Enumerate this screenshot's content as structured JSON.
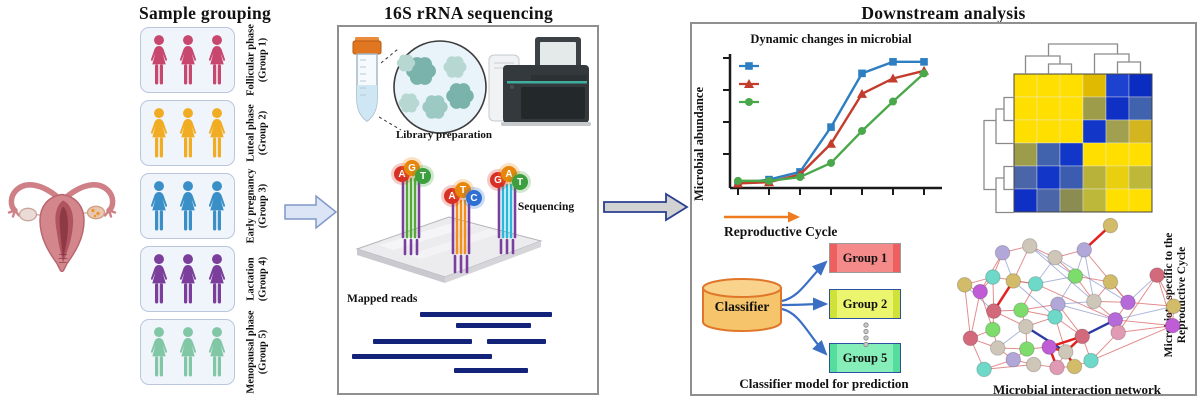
{
  "titles": {
    "left": "Sample grouping",
    "middle": "16S rRNA sequencing",
    "right": "Downstream analysis"
  },
  "sample_groups": [
    {
      "phase": "Follicular phase",
      "group": "(Group 1)",
      "color": "#c8476e"
    },
    {
      "phase": "Luteal phase",
      "group": "(Group 2)",
      "color": "#f0ad24"
    },
    {
      "phase": "Early pregnancy",
      "group": "(Group 3)",
      "color": "#3a8fc7"
    },
    {
      "phase": "Lactation",
      "group": "(Group 4)",
      "color": "#7b3f9b"
    },
    {
      "phase": "Menopausal phase",
      "group": "(Group 5)",
      "color": "#82c7a5"
    }
  ],
  "sequencing_panel": {
    "library_label": "Library preparation",
    "sequencing_label": "Sequencing",
    "mapped_reads_label": "Mapped reads",
    "base_clusters": [
      {
        "letters": [
          {
            "ch": "A",
            "color": "#d93025"
          },
          {
            "ch": "G",
            "color": "#e8860b"
          },
          {
            "ch": "T",
            "color": "#3d9e3d"
          }
        ],
        "strand": "#55a83a"
      },
      {
        "letters": [
          {
            "ch": "A",
            "color": "#d93025"
          },
          {
            "ch": "T",
            "color": "#e8860b"
          },
          {
            "ch": "C",
            "color": "#2f6fd4"
          }
        ],
        "strand": "#f09020"
      },
      {
        "letters": [
          {
            "ch": "G",
            "color": "#d93025"
          },
          {
            "ch": "A",
            "color": "#e8860b"
          },
          {
            "ch": "T",
            "color": "#3d9e3d"
          }
        ],
        "strand": "#2ab8d8"
      }
    ],
    "read_bars": [
      [
        81,
        7,
        132
      ],
      [
        117,
        18,
        75
      ],
      [
        34,
        34,
        99
      ],
      [
        148,
        34,
        59
      ],
      [
        13,
        49,
        140
      ],
      [
        115,
        63,
        74
      ]
    ],
    "read_color": "#14237a"
  },
  "classifier": {
    "label": "Classifier",
    "caption": "Classifier model for prediction",
    "cylinder_fill": "#f6c46a",
    "cylinder_stroke": "#e0762a",
    "arrow_color": "#3a6fc4",
    "groups": [
      {
        "label": "Group 1",
        "fill": "#f58a8a",
        "stripe": "#ee6060",
        "border": "#9a9a9a"
      },
      {
        "label": "Group 2",
        "fill": "#ebf56d",
        "stripe": "#cfe23a",
        "border": "#2c4f9e"
      },
      {
        "label": "Group 5",
        "fill": "#86efb9",
        "stripe": "#54dd9c",
        "border": "#2c4f9e"
      }
    ]
  },
  "chart_data": [
    {
      "type": "line",
      "title": "Dynamic changes in microbial",
      "xlabel": "Reproductive Cycle",
      "ylabel": "Microbial abundance",
      "x": [
        1,
        2,
        3,
        4,
        5,
        6,
        7
      ],
      "ylim": [
        0,
        1
      ],
      "grid": false,
      "legend_position": "upper-left",
      "xlabel_arrow_color": "#f07a1e",
      "series": [
        {
          "name": "series-blue-square",
          "marker": "square",
          "color": "#2e7fc2",
          "values": [
            0.02,
            0.05,
            0.11,
            0.46,
            0.88,
            0.97,
            0.97
          ]
        },
        {
          "name": "series-red-triangle",
          "marker": "triangle",
          "color": "#c43c2c",
          "values": [
            0.02,
            0.03,
            0.09,
            0.33,
            0.72,
            0.84,
            0.9
          ]
        },
        {
          "name": "series-green-circle",
          "marker": "circle",
          "color": "#4ba84a",
          "values": [
            0.04,
            0.04,
            0.07,
            0.18,
            0.43,
            0.66,
            0.88
          ]
        }
      ]
    },
    {
      "type": "heatmap",
      "label_lines": [
        "Microbiota specific to the",
        "Reproductive Cycle"
      ],
      "rows": 6,
      "cols": 6,
      "cells": [
        [
          "#ffdf00",
          "#ffdf00",
          "#ffdf00",
          "#dfba00",
          "#1d42cf",
          "#0a2cc0"
        ],
        [
          "#ffdf00",
          "#ffdf00",
          "#ffdf00",
          "#9d9c4a",
          "#0e30c4",
          "#4162ad"
        ],
        [
          "#ffdf00",
          "#ffdf00",
          "#ffdf00",
          "#1237c8",
          "#a0a050",
          "#d4b520"
        ],
        [
          "#9d9c4a",
          "#4162ad",
          "#1237c8",
          "#ffdf00",
          "#ffdf00",
          "#ffdf00"
        ],
        [
          "#4a66a8",
          "#1237c8",
          "#3c5cb0",
          "#b8b23a",
          "#e8cf10",
          "#bdb83a"
        ],
        [
          "#0e30c4",
          "#4a66a8",
          "#8a8c52",
          "#bdb83a",
          "#ffdf00",
          "#ffdf00"
        ]
      ],
      "col_dendrogram": [
        {
          "a": [
            1
          ],
          "b": [
            2
          ],
          "h": 10
        },
        {
          "a": [
            0
          ],
          "b": [
            1,
            2
          ],
          "h": 18
        },
        {
          "a": [
            4
          ],
          "b": [
            5
          ],
          "h": 12
        },
        {
          "a": [
            3
          ],
          "b": [
            4,
            5
          ],
          "h": 20
        },
        {
          "a": [
            0,
            1,
            2
          ],
          "b": [
            3,
            4,
            5
          ],
          "h": 30
        }
      ],
      "row_dendrogram": [
        {
          "a": [
            0
          ],
          "b": [
            1
          ],
          "h": 10
        },
        {
          "a": [
            0,
            1
          ],
          "b": [
            2
          ],
          "h": 18
        },
        {
          "a": [
            3
          ],
          "b": [
            4
          ],
          "h": 10
        },
        {
          "a": [
            3,
            4
          ],
          "b": [
            5
          ],
          "h": 18
        },
        {
          "a": [
            0,
            1,
            2
          ],
          "b": [
            3,
            4,
            5
          ],
          "h": 30
        }
      ],
      "dendrogram_color": "#8a8a8a"
    },
    {
      "type": "network",
      "caption": "Microbial interaction network",
      "node_colors": {
        "k": "#d2bc6a",
        "lv": "#b2a7d9",
        "be": "#cec6b8",
        "te": "#6ed9c9",
        "gr": "#7edc6c",
        "ro": "#d26a7c",
        "mg": "#c05cd6",
        "pi": "#e09ab4",
        "pu": "#b66ad9"
      },
      "edge_colors": {
        "r": "#d85b5b",
        "R": "#e01818",
        "b": "#8090c8",
        "B": "#2030a0"
      },
      "nodes": [
        [
          163,
          16,
          "k"
        ],
        [
          52,
          44,
          "lv"
        ],
        [
          80,
          37,
          "be"
        ],
        [
          106,
          49,
          "be"
        ],
        [
          136,
          41,
          "lv"
        ],
        [
          211,
          67,
          "ro"
        ],
        [
          42,
          69,
          "te"
        ],
        [
          13,
          77,
          "k"
        ],
        [
          63,
          73,
          "k"
        ],
        [
          86,
          76,
          "te"
        ],
        [
          127,
          68,
          "gr"
        ],
        [
          163,
          74,
          "k"
        ],
        [
          29,
          84,
          "mg"
        ],
        [
          43,
          104,
          "ro"
        ],
        [
          146,
          94,
          "be"
        ],
        [
          181,
          95,
          "pu"
        ],
        [
          228,
          99,
          "k"
        ],
        [
          109,
          97,
          "lv"
        ],
        [
          71,
          103,
          "gr"
        ],
        [
          106,
          110,
          "te"
        ],
        [
          227,
          119,
          "mg"
        ],
        [
          168,
          113,
          "pu"
        ],
        [
          42,
          123,
          "gr"
        ],
        [
          76,
          120,
          "be"
        ],
        [
          19,
          132,
          "ro"
        ],
        [
          134,
          130,
          "ro"
        ],
        [
          171,
          126,
          "pi"
        ],
        [
          100,
          141,
          "mg"
        ],
        [
          77,
          143,
          "gr"
        ],
        [
          117,
          146,
          "be"
        ],
        [
          47,
          142,
          "be"
        ],
        [
          63,
          154,
          "lv"
        ],
        [
          33,
          164,
          "te"
        ],
        [
          84,
          159,
          "be"
        ],
        [
          108,
          162,
          "pi"
        ],
        [
          126,
          161,
          "k"
        ],
        [
          143,
          155,
          "te"
        ]
      ],
      "edges": [
        [
          0,
          4,
          "R"
        ],
        [
          1,
          2,
          "r"
        ],
        [
          1,
          6,
          "r"
        ],
        [
          1,
          8,
          "b"
        ],
        [
          1,
          12,
          "r"
        ],
        [
          2,
          3,
          "r"
        ],
        [
          2,
          8,
          "r"
        ],
        [
          2,
          10,
          "b"
        ],
        [
          2,
          14,
          "b"
        ],
        [
          3,
          4,
          "r"
        ],
        [
          3,
          9,
          "b"
        ],
        [
          3,
          10,
          "r"
        ],
        [
          3,
          15,
          "b"
        ],
        [
          4,
          10,
          "b"
        ],
        [
          4,
          14,
          "b"
        ],
        [
          4,
          15,
          "r"
        ],
        [
          5,
          15,
          "b"
        ],
        [
          5,
          16,
          "r"
        ],
        [
          5,
          20,
          "r"
        ],
        [
          5,
          26,
          "r"
        ],
        [
          6,
          7,
          "r"
        ],
        [
          6,
          9,
          "r"
        ],
        [
          6,
          12,
          "r"
        ],
        [
          6,
          13,
          "r"
        ],
        [
          7,
          12,
          "r"
        ],
        [
          7,
          13,
          "b"
        ],
        [
          7,
          24,
          "r"
        ],
        [
          8,
          9,
          "r"
        ],
        [
          8,
          13,
          "R"
        ],
        [
          8,
          19,
          "b"
        ],
        [
          9,
          10,
          "b"
        ],
        [
          9,
          18,
          "r"
        ],
        [
          9,
          21,
          "r"
        ],
        [
          10,
          11,
          "r"
        ],
        [
          10,
          14,
          "r"
        ],
        [
          10,
          17,
          "b"
        ],
        [
          11,
          14,
          "r"
        ],
        [
          11,
          15,
          "r"
        ],
        [
          12,
          22,
          "r"
        ],
        [
          12,
          24,
          "r"
        ],
        [
          13,
          18,
          "r"
        ],
        [
          13,
          22,
          "r"
        ],
        [
          13,
          23,
          "r"
        ],
        [
          14,
          15,
          "r"
        ],
        [
          14,
          17,
          "b"
        ],
        [
          14,
          21,
          "r"
        ],
        [
          15,
          16,
          "r"
        ],
        [
          15,
          21,
          "r"
        ],
        [
          16,
          20,
          "r"
        ],
        [
          16,
          21,
          "b"
        ],
        [
          17,
          18,
          "r"
        ],
        [
          17,
          19,
          "r"
        ],
        [
          17,
          21,
          "b"
        ],
        [
          17,
          25,
          "r"
        ],
        [
          18,
          19,
          "r"
        ],
        [
          18,
          23,
          "r"
        ],
        [
          19,
          23,
          "r"
        ],
        [
          19,
          25,
          "r"
        ],
        [
          19,
          29,
          "r"
        ],
        [
          20,
          21,
          "r"
        ],
        [
          20,
          26,
          "r"
        ],
        [
          20,
          36,
          "r"
        ],
        [
          21,
          25,
          "B"
        ],
        [
          21,
          26,
          "r"
        ],
        [
          22,
          24,
          "r"
        ],
        [
          22,
          30,
          "r"
        ],
        [
          23,
          28,
          "r"
        ],
        [
          23,
          29,
          "B"
        ],
        [
          23,
          30,
          "b"
        ],
        [
          24,
          30,
          "r"
        ],
        [
          24,
          32,
          "r"
        ],
        [
          25,
          27,
          "R"
        ],
        [
          25,
          29,
          "R"
        ],
        [
          25,
          36,
          "r"
        ],
        [
          26,
          36,
          "r"
        ],
        [
          27,
          28,
          "r"
        ],
        [
          27,
          29,
          "R"
        ],
        [
          27,
          34,
          "R"
        ],
        [
          28,
          30,
          "r"
        ],
        [
          28,
          31,
          "r"
        ],
        [
          29,
          34,
          "r"
        ],
        [
          29,
          35,
          "R"
        ],
        [
          30,
          31,
          "r"
        ],
        [
          31,
          32,
          "r"
        ],
        [
          31,
          33,
          "r"
        ],
        [
          32,
          33,
          "r"
        ],
        [
          33,
          34,
          "r"
        ],
        [
          34,
          35,
          "r"
        ],
        [
          35,
          36,
          "r"
        ]
      ]
    }
  ]
}
